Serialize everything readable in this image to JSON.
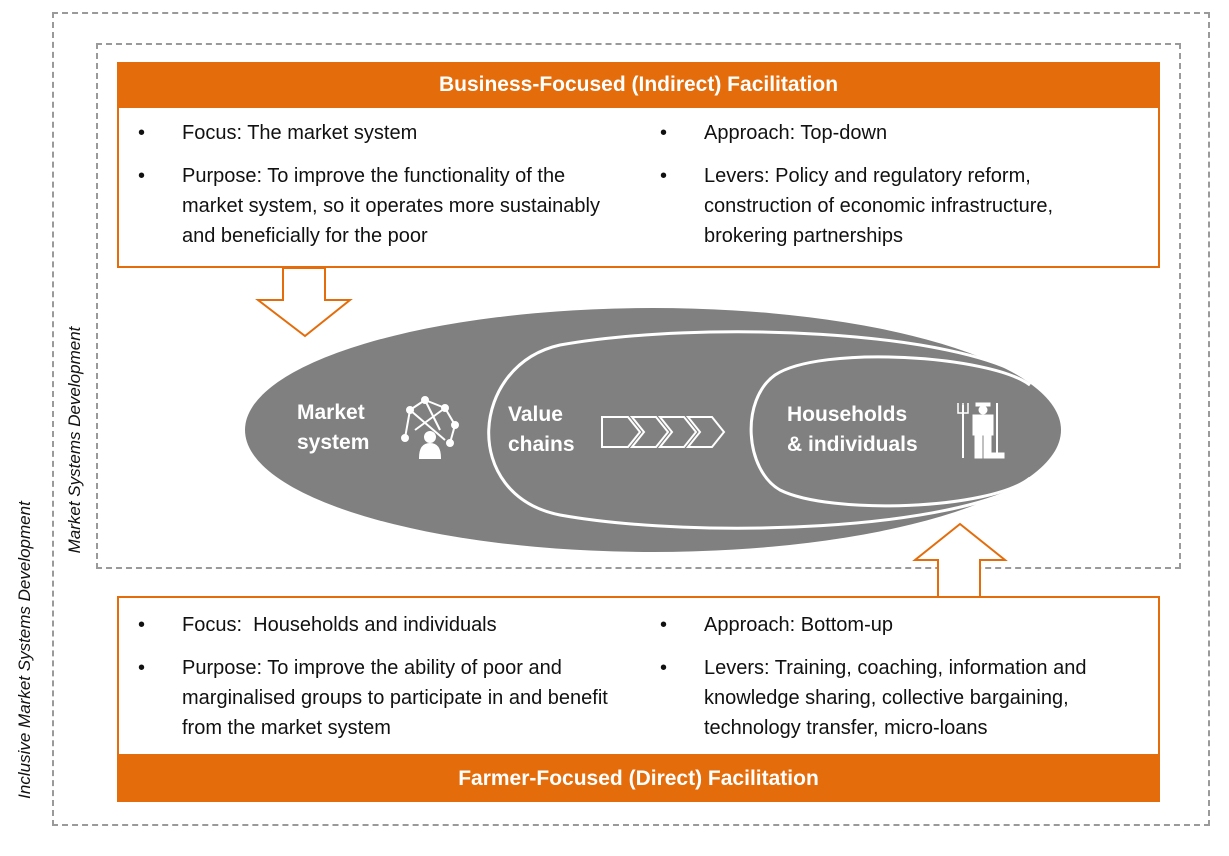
{
  "outer_label": "Inclusive Market Systems Development",
  "inner_label": "Market Systems Development",
  "business": {
    "title": "Business-Focused (Indirect) Facilitation",
    "left": [
      {
        "bullet": "•",
        "text": "Focus: The market system"
      },
      {
        "bullet": "•",
        "text": "Purpose: To improve the functionality of the market system, so it operates more sustainably and beneficially for the poor"
      }
    ],
    "right": [
      {
        "bullet": "•",
        "text": "Approach: Top-down"
      },
      {
        "bullet": "•",
        "text": "Levers: Policy and regulatory reform, construction of economic infrastructure, brokering partnerships"
      }
    ]
  },
  "farmer": {
    "title": "Farmer-Focused (Direct) Facilitation",
    "left": [
      {
        "bullet": "•",
        "text": "Focus:  Households and individuals"
      },
      {
        "bullet": "•",
        "text": "Purpose: To improve the ability of poor and marginalised groups to participate in and benefit from the market system"
      }
    ],
    "right": [
      {
        "bullet": "•",
        "text": "Approach: Bottom-up"
      },
      {
        "bullet": "•",
        "text": "Levers: Training, coaching, information and knowledge sharing, collective bargaining, technology transfer, micro-loans"
      }
    ]
  },
  "ellipses": {
    "market_system": [
      "Market",
      "system"
    ],
    "value_chains": [
      "Value",
      "chains"
    ],
    "households": [
      "Households",
      "& individuals"
    ]
  },
  "colors": {
    "accent": "#E46C0A",
    "ellipse": "#808080"
  }
}
